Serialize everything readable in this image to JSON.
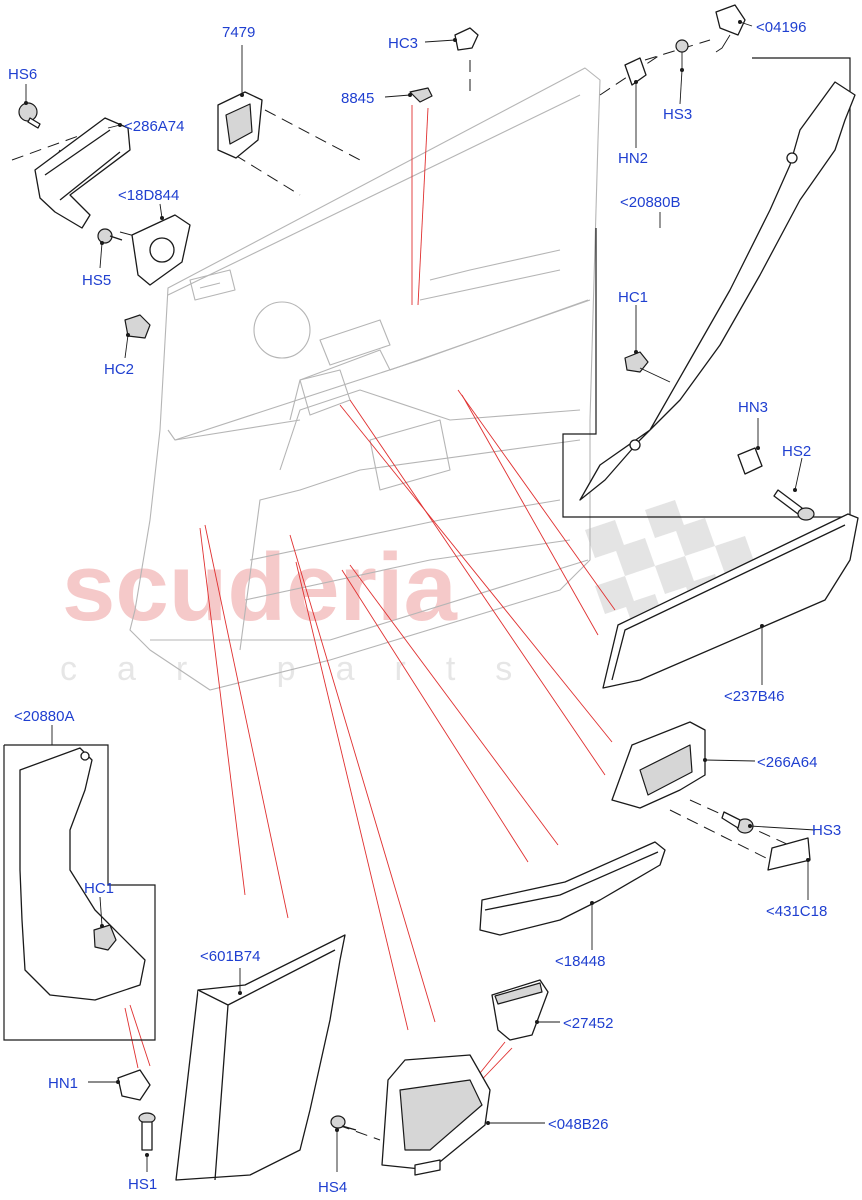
{
  "watermark": {
    "main": "scuderia",
    "sub": "car parts"
  },
  "labels": {
    "hs6": "HS6",
    "p286a74": "<286A74",
    "p7479": "7479",
    "hc3": "HC3",
    "p8845": "8845",
    "p04196": "<04196",
    "hs3_top": "HS3",
    "hn2": "HN2",
    "p18d844": "<18D844",
    "hs5": "HS5",
    "hc2": "HC2",
    "p20880b": "<20880B",
    "hc1_right": "HC1",
    "hn3": "HN3",
    "hs2": "HS2",
    "p237b46": "<237B46",
    "p20880a": "<20880A",
    "hc1_left": "HC1",
    "p266a64": "<266A64",
    "hs3_mid": "HS3",
    "p431c18": "<431C18",
    "p18448": "<18448",
    "p601b74": "<601B74",
    "p27452": "<27452",
    "p048b26": "<048B26",
    "hn1": "HN1",
    "hs1": "HS1",
    "hs4": "HS4"
  }
}
